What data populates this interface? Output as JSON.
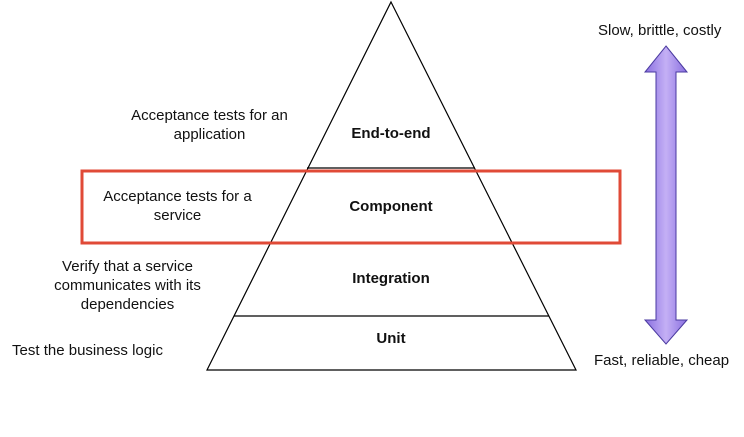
{
  "pyramid": {
    "layers": [
      {
        "name": "End-to-end",
        "description": "Acceptance tests for an application"
      },
      {
        "name": "Component",
        "description": "Acceptance tests for a service"
      },
      {
        "name": "Integration",
        "description": "Verify that a service communicates with its dependencies"
      },
      {
        "name": "Unit",
        "description": "Test the business logic"
      }
    ],
    "highlighted_layer": "Component"
  },
  "axis": {
    "top_label": "Slow, brittle, costly",
    "bottom_label": "Fast, reliable, cheap"
  },
  "colors": {
    "highlight": "#e04a37",
    "arrow_fill": "#a98be8",
    "arrow_stroke": "#4a3aa0",
    "line": "#000000"
  }
}
